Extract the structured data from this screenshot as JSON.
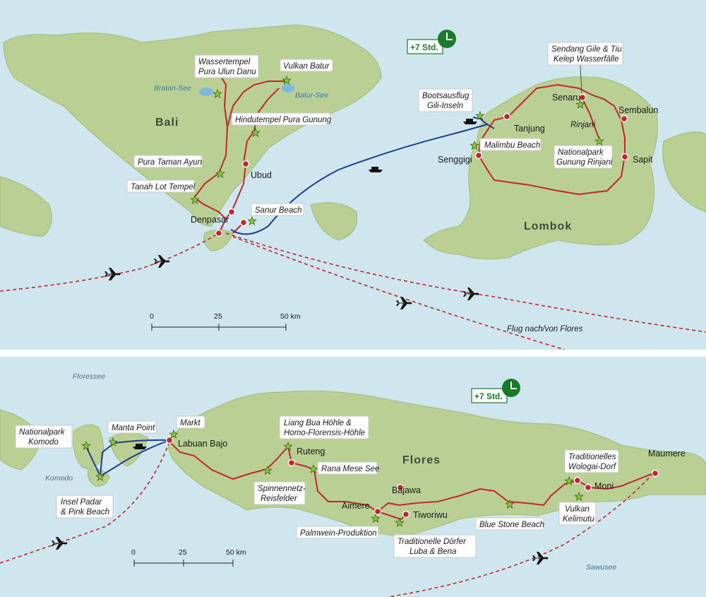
{
  "top_map": {
    "regions": {
      "bali": "Bali",
      "lombok": "Lombok"
    },
    "lakes": {
      "bratan": "Bratan-See",
      "batur": "Batur-See"
    },
    "places": {
      "denpasar": "Denpasar",
      "ubud": "Ubud",
      "tanjung": "Tanjung",
      "senggigi": "Senggigi",
      "senaru": "Senaru",
      "sembalun": "Sembalun",
      "sapit": "Sapit",
      "rinjani": "Rinjani"
    },
    "callouts": {
      "wassertempel_1": "Wassertempel",
      "wassertempel_2": "Pura Ulun Danu",
      "vulkan_batur": "Vulkan Batur",
      "hindutempel": "Hindutempel Pura Gunung",
      "taman_ayun": "Pura Taman Ayun",
      "tanah_lot": "Tanah Lot Tempel",
      "sanur": "Sanur Beach",
      "boot_1": "Bootsausflug",
      "boot_2": "Gili-Inseln",
      "malimbu": "Malimbu Beach",
      "sendang_1": "Sendang Gile & Tiu",
      "sendang_2": "Kelep Wasserfälle",
      "np_1": "Nationalpark",
      "np_2": "Gunung Rinjani"
    },
    "timezone": "+7 Std.",
    "flight_label": "Flug nach/von Flores",
    "scale": {
      "t0": "0",
      "t1": "25",
      "t2": "50 km"
    }
  },
  "bottom_map": {
    "regions": {
      "flores": "Flores"
    },
    "seas": {
      "floressee": "Floressee",
      "sawusee": "Sawusee",
      "komodo": "Komodo"
    },
    "places": {
      "labuan_bajo": "Labuan Bajo",
      "ruteng": "Ruteng",
      "bajawa": "Bajawa",
      "aimere": "Aimere",
      "tiworiwu": "Tiworiwu",
      "moni": "Moni",
      "maumere": "Maumere"
    },
    "callouts": {
      "np_komodo_1": "Nationalpark",
      "np_komodo_2": "Komodo",
      "manta": "Manta Point",
      "markt": "Markt",
      "padar_1": "Insel Padar",
      "padar_2": "& Pink Beach",
      "liang_1": "Liang Bua Höhle &",
      "liang_2": "Homo-Florensis-Höhle",
      "rana": "Rana Mese See",
      "spinnen_1": "Spinnennetz-",
      "spinnen_2": "Reisfelder",
      "palmwein": "Palmwein-Produktion",
      "doerfer_1": "Traditionelle Dörfer",
      "doerfer_2": "Luba & Bena",
      "bluestone": "Blue Stone Beach",
      "wologai_1": "Traditionelles",
      "wologai_2": "Wologai-Dorf",
      "kelimutu_1": "Vulkan",
      "kelimutu_2": "Kelimutu"
    },
    "timezone": "+7 Std.",
    "scale": {
      "t0": "0",
      "t1": "25",
      "t2": "50 km"
    }
  },
  "colors": {
    "sea": "#cfe6ef",
    "land": "#b9cf94",
    "route": "#c0272d",
    "boat_route": "#1d3f8a",
    "star": "#8cc63f",
    "timezone": "#1a7a2a"
  }
}
